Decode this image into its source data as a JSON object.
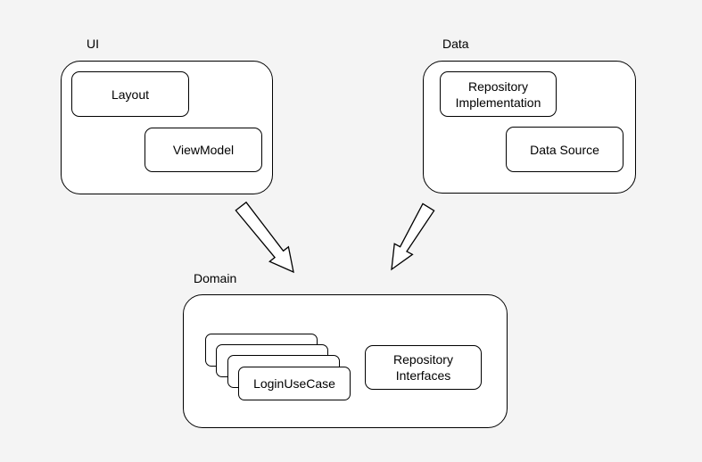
{
  "layers": {
    "ui": {
      "label": "UI",
      "components": {
        "layout": "Layout",
        "viewmodel": "ViewModel"
      }
    },
    "data": {
      "label": "Data",
      "components": {
        "repository_impl": "Repository\nImplementation",
        "data_source": "Data Source"
      }
    },
    "domain": {
      "label": "Domain",
      "components": {
        "use_case": "LoginUseCase",
        "repository_interfaces": "Repository\nInterfaces"
      }
    }
  },
  "arrows": [
    {
      "from": "UI",
      "to": "Domain"
    },
    {
      "from": "Data",
      "to": "Domain"
    }
  ],
  "colors": {
    "background": "#f4f4f4",
    "box_fill": "#ffffff",
    "stroke": "#000000"
  }
}
